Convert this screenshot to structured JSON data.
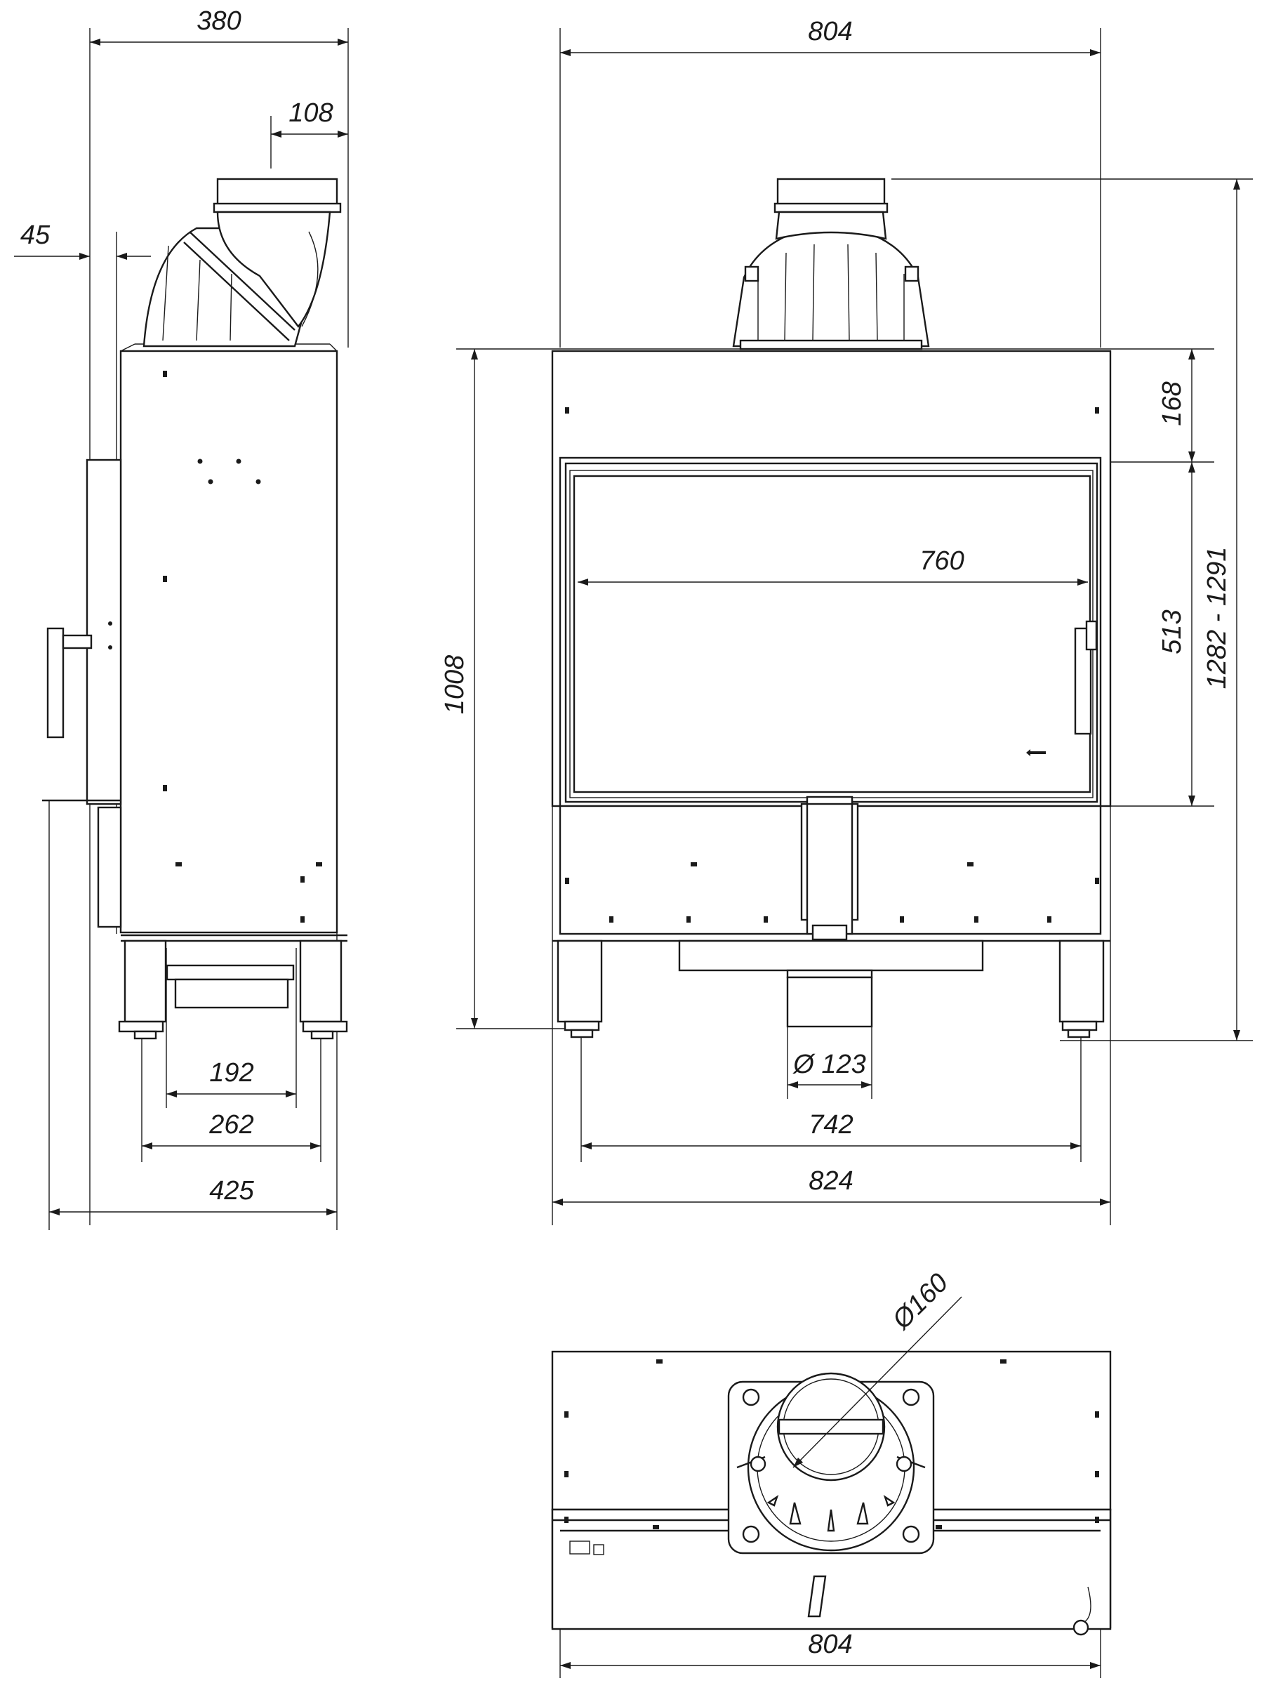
{
  "side_view": {
    "dim_overall_depth": "380",
    "dim_outlet_offset": "108",
    "dim_front_offset": "45",
    "dim_legs_inner": "192",
    "dim_legs_outer": "262",
    "dim_total_depth": "425"
  },
  "front_view": {
    "dim_width_top": "804",
    "dim_top_band": "168",
    "dim_total_height": "1282 - 1291",
    "dim_body_height": "1008",
    "dim_glass_width": "760",
    "dim_glass_height": "513",
    "dim_air_inlet": "Ø 123",
    "dim_legs_spacing": "742",
    "dim_width_bottom": "824"
  },
  "top_view": {
    "dim_flue_diameter": "Ø160",
    "dim_width": "804"
  }
}
